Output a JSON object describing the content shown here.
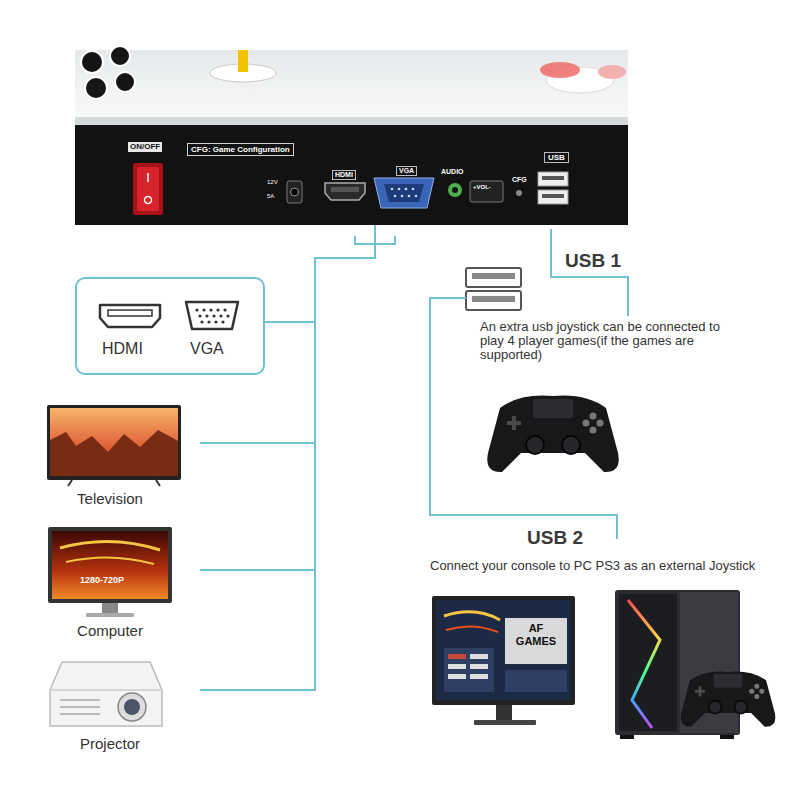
{
  "diagram": {
    "nodes": [
      {
        "text": [
          "ON/OFF",
          "CFG: Game Configuration",
          "12V",
          "5A",
          "HDMI",
          "VGA",
          "AUDIO",
          "+VOL-",
          "CFG",
          "USB"
        ]
      },
      {
        "text": [
          "HDMI",
          "VGA"
        ]
      },
      {
        "text": [
          "Television"
        ]
      },
      {
        "text": [
          "Computer"
        ]
      },
      {
        "text": [
          "Projector"
        ]
      }
    ],
    "edges": [
      {
        "from": 0,
        "to": 1,
        "arrow": "none"
      },
      {
        "from": 1,
        "to": 2,
        "arrow": "none"
      },
      {
        "from": 1,
        "to": 3,
        "arrow": "none"
      },
      {
        "from": 1,
        "to": 4,
        "arrow": "none"
      }
    ],
    "labels": [
      "USB 1",
      "An extra usb joystick can be connected to play 4 player games(if the games are supported)",
      "USB 2",
      "Connect your console to PC PS3 as an external Joystick",
      "1280-720P",
      "AF GAMES"
    ]
  }
}
